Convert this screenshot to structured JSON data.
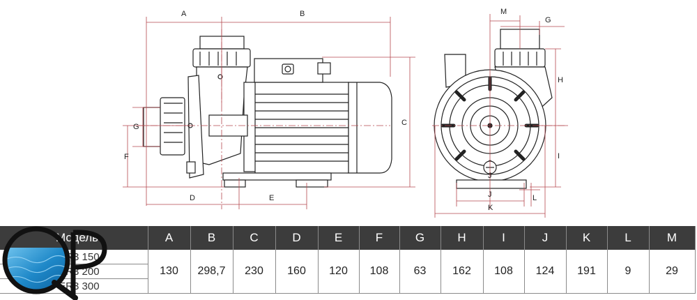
{
  "diagram": {
    "labels": {
      "A": "A",
      "B": "B",
      "C": "C",
      "D": "D",
      "E": "E",
      "F": "F",
      "G": "G",
      "H": "H",
      "I": "I",
      "J": "J",
      "J2": "J",
      "K": "K",
      "L": "L",
      "M": "M",
      "G2": "G"
    }
  },
  "table": {
    "header": [
      "Модель",
      "A",
      "B",
      "C",
      "D",
      "E",
      "F",
      "G",
      "H",
      "I",
      "J",
      "K",
      "L",
      "M"
    ],
    "models": [
      "VIPER3 150",
      "VIPER3 200",
      "VIPER3 300"
    ],
    "values": [
      "130",
      "298,7",
      "230",
      "160",
      "120",
      "108",
      "63",
      "162",
      "108",
      "124",
      "191",
      "9",
      "29"
    ]
  },
  "logo": {
    "letters": "QP",
    "colors": {
      "water": "#1e88c8",
      "ring": "#111111"
    }
  },
  "colors": {
    "dimension": "#b5484f",
    "outline": "#222222",
    "header_bg": "#3c3c3c"
  }
}
